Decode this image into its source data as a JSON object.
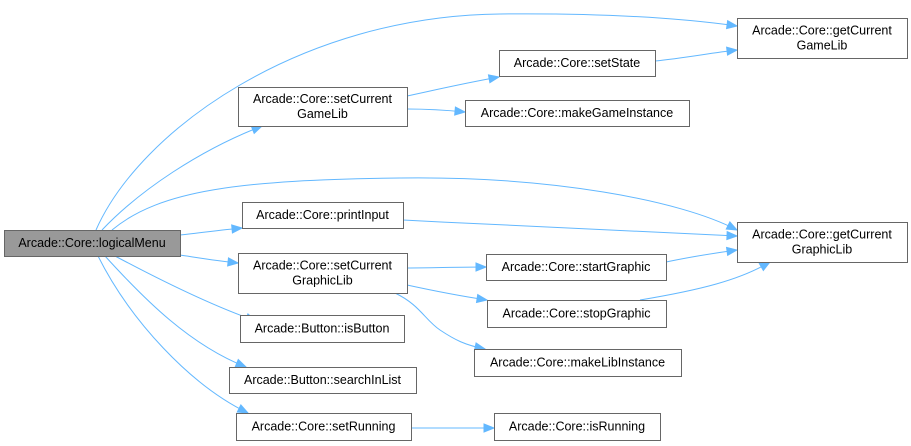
{
  "diagram": {
    "type": "call-graph",
    "colors": {
      "edge": "#63b8ff",
      "root_fill": "#999999",
      "node_border": "#666666",
      "node_fill": "#ffffff"
    },
    "nodes": [
      {
        "id": "logicalMenu",
        "lines": [
          "Arcade::Core::logicalMenu"
        ],
        "root": true
      },
      {
        "id": "setCurrentGameLib",
        "lines": [
          "Arcade::Core::setCurrent",
          "GameLib"
        ]
      },
      {
        "id": "setState",
        "lines": [
          "Arcade::Core::setState"
        ]
      },
      {
        "id": "getCurrentGameLib",
        "lines": [
          "Arcade::Core::getCurrent",
          "GameLib"
        ]
      },
      {
        "id": "makeGameInstance",
        "lines": [
          "Arcade::Core::makeGameInstance"
        ]
      },
      {
        "id": "printInput",
        "lines": [
          "Arcade::Core::printInput"
        ]
      },
      {
        "id": "getCurrentGraphicLib",
        "lines": [
          "Arcade::Core::getCurrent",
          "GraphicLib"
        ]
      },
      {
        "id": "setCurrentGraphicLib",
        "lines": [
          "Arcade::Core::setCurrent",
          "GraphicLib"
        ]
      },
      {
        "id": "startGraphic",
        "lines": [
          "Arcade::Core::startGraphic"
        ]
      },
      {
        "id": "stopGraphic",
        "lines": [
          "Arcade::Core::stopGraphic"
        ]
      },
      {
        "id": "makeLibInstance",
        "lines": [
          "Arcade::Core::makeLibInstance"
        ]
      },
      {
        "id": "isButton",
        "lines": [
          "Arcade::Button::isButton"
        ]
      },
      {
        "id": "searchInList",
        "lines": [
          "Arcade::Button::searchInList"
        ]
      },
      {
        "id": "setRunning",
        "lines": [
          "Arcade::Core::setRunning"
        ]
      },
      {
        "id": "isRunning",
        "lines": [
          "Arcade::Core::isRunning"
        ]
      }
    ],
    "edges": [
      {
        "from": "logicalMenu",
        "to": "getCurrentGameLib"
      },
      {
        "from": "logicalMenu",
        "to": "setCurrentGameLib"
      },
      {
        "from": "setCurrentGameLib",
        "to": "setState"
      },
      {
        "from": "setState",
        "to": "getCurrentGameLib"
      },
      {
        "from": "setCurrentGameLib",
        "to": "makeGameInstance"
      },
      {
        "from": "logicalMenu",
        "to": "getCurrentGraphicLib"
      },
      {
        "from": "logicalMenu",
        "to": "printInput"
      },
      {
        "from": "printInput",
        "to": "getCurrentGraphicLib"
      },
      {
        "from": "logicalMenu",
        "to": "setCurrentGraphicLib"
      },
      {
        "from": "setCurrentGraphicLib",
        "to": "startGraphic"
      },
      {
        "from": "startGraphic",
        "to": "getCurrentGraphicLib"
      },
      {
        "from": "setCurrentGraphicLib",
        "to": "stopGraphic"
      },
      {
        "from": "stopGraphic",
        "to": "getCurrentGraphicLib"
      },
      {
        "from": "setCurrentGraphicLib",
        "to": "makeLibInstance"
      },
      {
        "from": "logicalMenu",
        "to": "isButton"
      },
      {
        "from": "logicalMenu",
        "to": "searchInList"
      },
      {
        "from": "logicalMenu",
        "to": "setRunning"
      },
      {
        "from": "setRunning",
        "to": "isRunning"
      }
    ]
  }
}
